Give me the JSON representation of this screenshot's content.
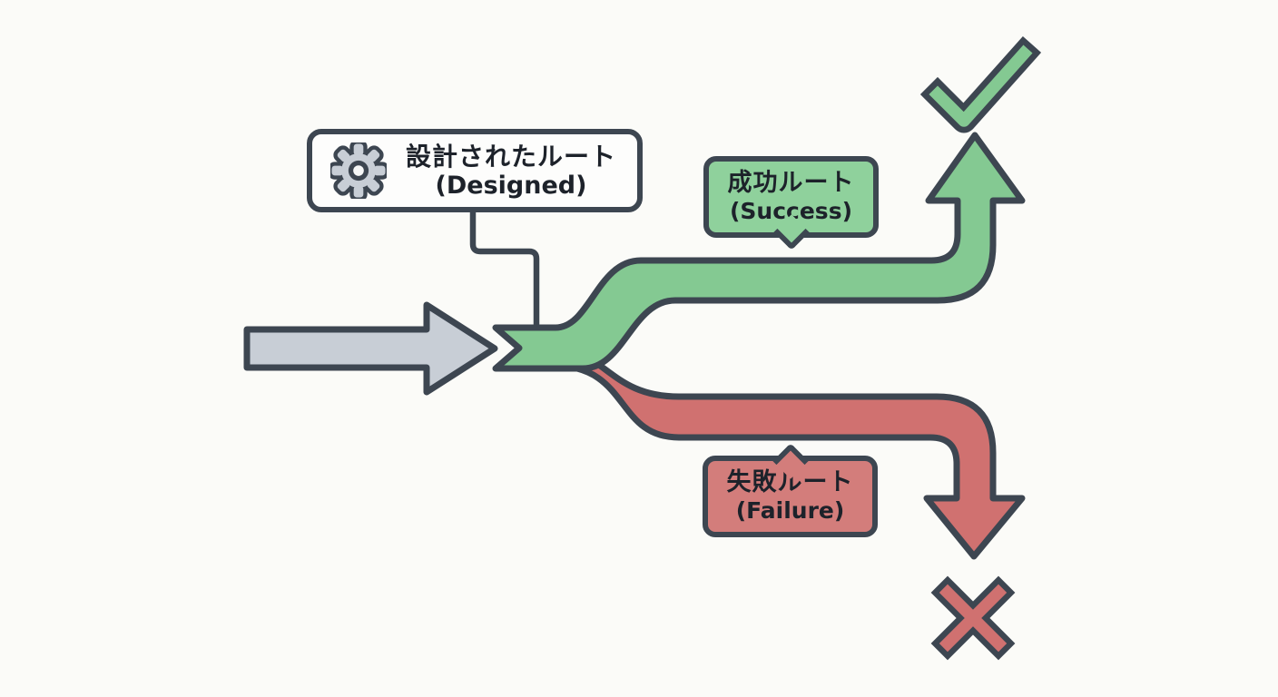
{
  "colors": {
    "background": "#fbfbf8",
    "outline": "#3d4651",
    "green": "#84c992",
    "green_bubble": "#8fd19c",
    "red": "#d07170",
    "red_bubble": "#d37d7b",
    "gray": "#c8ced6",
    "box_bg": "#fdfdfc",
    "text": "#1d222a",
    "gear_hole": "#f6f7f7"
  },
  "designed_box": {
    "icon": "gear-icon",
    "line1": "設計されたルート",
    "line2": "(Designed)"
  },
  "success_label": {
    "line1": "成功ルート",
    "line2": "(Success)"
  },
  "failure_label": {
    "line1": "失敗ルート",
    "line2": "(Failure)"
  },
  "icons": {
    "success_mark": "check-icon",
    "failure_mark": "x-icon",
    "input": "input-arrow",
    "success_route": "success-route-arrow",
    "failure_route": "failure-route-arrow",
    "connector": "connector-line"
  }
}
